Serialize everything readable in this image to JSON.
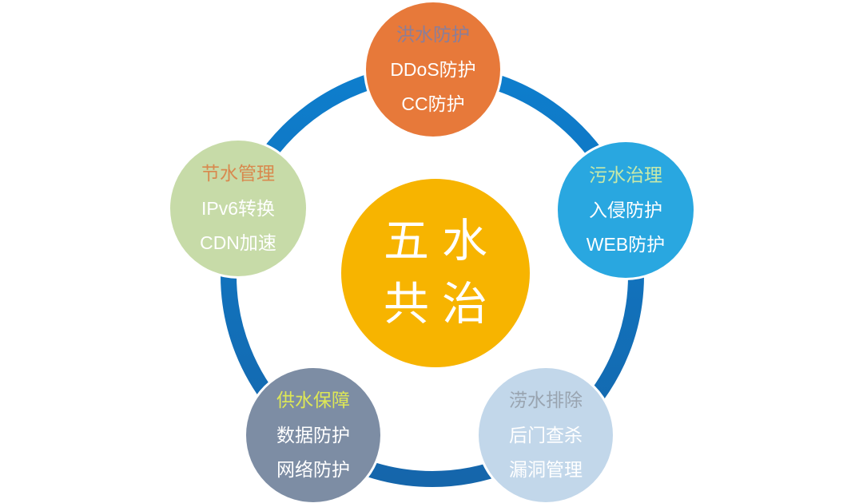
{
  "diagram": {
    "center": {
      "line1": "五水",
      "line2": "共治"
    },
    "nodes": [
      {
        "id": "flood-protection",
        "title": "洪水防护",
        "items": [
          "DDoS防护",
          "CC防护"
        ]
      },
      {
        "id": "water-saving",
        "title": "节水管理",
        "items": [
          "IPv6转换",
          "CDN加速"
        ]
      },
      {
        "id": "sewage-treatment",
        "title": "污水治理",
        "items": [
          "入侵防护",
          "WEB防护"
        ]
      },
      {
        "id": "water-supply",
        "title": "供水保障",
        "items": [
          "数据防护",
          "网络防护"
        ]
      },
      {
        "id": "waterlogging-drain",
        "title": "涝水排除",
        "items": [
          "后门查杀",
          "漏洞管理"
        ]
      }
    ],
    "colors": {
      "ring_top": "#0E7ECD",
      "ring_bottom": "#1566AB",
      "center_bg": "#F7B400",
      "flood_bg": "#E7793A",
      "flood_title": "#8A7E9A",
      "water_saving_bg": "#C7DBA8",
      "water_saving_title": "#D8894E",
      "sewage_bg": "#29A7E0",
      "sewage_title": "#C7E9A9",
      "water_supply_bg": "#7D8DA4",
      "water_supply_title": "#DEE855",
      "waterlogging_bg": "#C2D7EA",
      "waterlogging_title": "#99A4B0",
      "sub_text": "#FFFFFF"
    }
  }
}
